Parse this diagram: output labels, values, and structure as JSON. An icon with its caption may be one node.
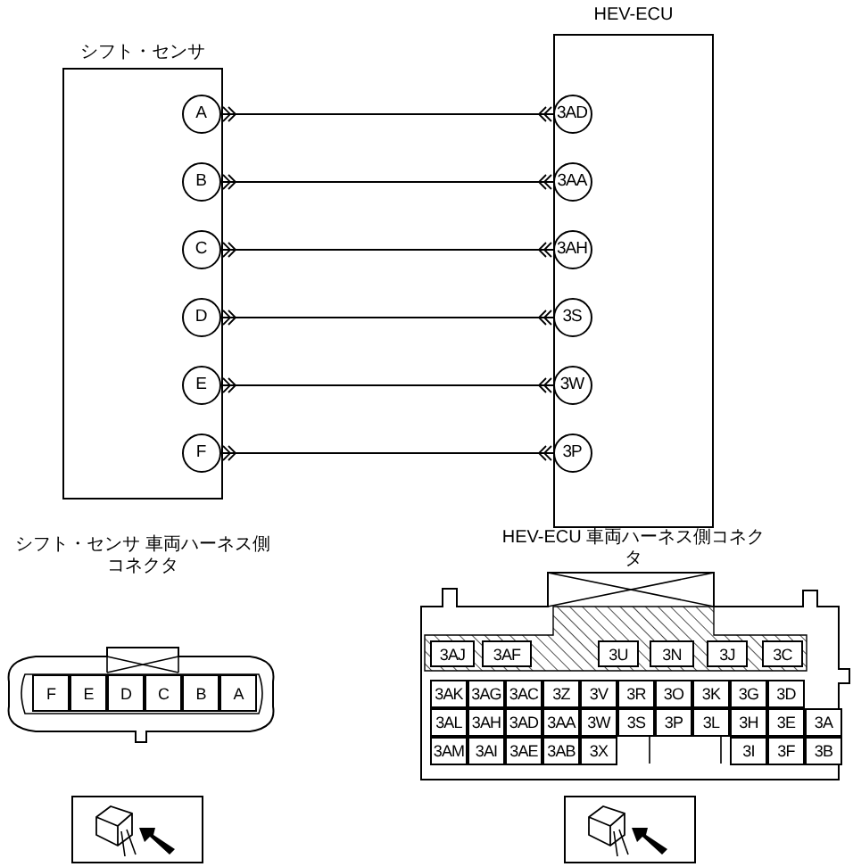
{
  "diagram": {
    "nodes": [
      {
        "text": [
          "シフト・センサ"
        ]
      },
      {
        "text": [
          "HEV-ECU"
        ]
      },
      {
        "text": [
          "A"
        ],
        "in": 0
      },
      {
        "text": [
          "B"
        ],
        "in": 0
      },
      {
        "text": [
          "C"
        ],
        "in": 0
      },
      {
        "text": [
          "D"
        ],
        "in": 0
      },
      {
        "text": [
          "E"
        ],
        "in": 0
      },
      {
        "text": [
          "F"
        ],
        "in": 0
      },
      {
        "text": [
          "3AD"
        ],
        "in": 1
      },
      {
        "text": [
          "3AA"
        ],
        "in": 1
      },
      {
        "text": [
          "3AH"
        ],
        "in": 1
      },
      {
        "text": [
          "3S"
        ],
        "in": 1
      },
      {
        "text": [
          "3W"
        ],
        "in": 1
      },
      {
        "text": [
          "3P"
        ],
        "in": 1
      }
    ],
    "edges": [
      {
        "from": 2,
        "to": 8,
        "arrow": "other"
      },
      {
        "from": 3,
        "to": 9,
        "arrow": "other"
      },
      {
        "from": 4,
        "to": 10,
        "arrow": "other"
      },
      {
        "from": 5,
        "to": 11,
        "arrow": "other"
      },
      {
        "from": 6,
        "to": 12,
        "arrow": "other"
      },
      {
        "from": 7,
        "to": 13,
        "arrow": "other"
      }
    ],
    "labels": [
      "シフト・センサ 車両ハーネス側コネクタ",
      "F",
      "E",
      "D",
      "C",
      "B",
      "A",
      "HEV-ECU 車両ハーネス側コネクタ",
      "3AJ",
      "3AF",
      "3U",
      "3N",
      "3J",
      "3C",
      "3AK",
      "3AG",
      "3AC",
      "3Z",
      "3V",
      "3R",
      "3O",
      "3K",
      "3G",
      "3D",
      "3AL",
      "3AH",
      "3AD",
      "3AA",
      "3W",
      "3S",
      "3P",
      "3L",
      "3H",
      "3E",
      "3A",
      "3AM",
      "3AI",
      "3AE",
      "3AB",
      "3X",
      "3I",
      "3F",
      "3B"
    ]
  }
}
